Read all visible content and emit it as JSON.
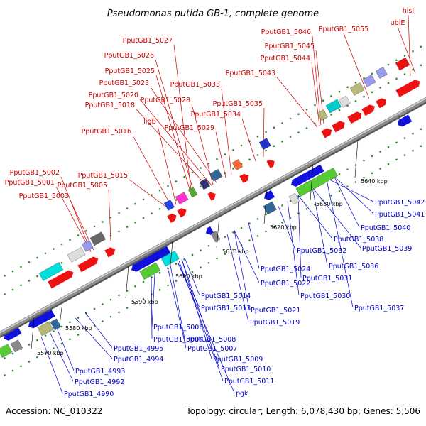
{
  "title": "Pseudomonas putida GB-1, complete genome",
  "footer": {
    "accession": "Accession: NC_010322",
    "summary": "Topology: circular; Length: 6,078,430 bp; Genes: 5,506"
  },
  "colors": {
    "top_labels": "#cc0000",
    "bottom_labels": "#0000cc",
    "axis": "#8c8c8c",
    "dots": "#2e8b2e",
    "forward_gene": "#ee1111",
    "reverse_gene": "#1111dd"
  },
  "kbp_ticks": [
    "5570 kbp",
    "5580 kbp",
    "5590 kbp",
    "5600 kbp",
    "5610 kbp",
    "5620 kbp",
    "5630 kbp",
    "5640 kbp"
  ],
  "top_labels": [
    "hisI",
    "ubiE",
    "PputGB1_5055",
    "PputGB1_5046",
    "PputGB1_5045",
    "PputGB1_5044",
    "PputGB1_5043",
    "PputGB1_5027",
    "PputGB1_5026",
    "PputGB1_5025",
    "PputGB1_5023",
    "PputGB1_5033",
    "PputGB1_5020",
    "PputGB1_5028",
    "PputGB1_5018",
    "PputGB1_5035",
    "PputGB1_5034",
    "ligB",
    "PputGB1_5029",
    "PputGB1_5016",
    "PputGB1_5015",
    "PputGB1_5002",
    "PputGB1_5001",
    "PputGB1_5005",
    "PputGB1_5003"
  ],
  "bottom_labels": [
    "PputGB1_5042",
    "PputGB1_5041",
    "PputGB1_5040",
    "PputGB1_5039",
    "PputGB1_5038",
    "PputGB1_5032",
    "PputGB1_5036",
    "PputGB1_5024",
    "PputGB1_5031",
    "PputGB1_5022",
    "PputGB1_5030",
    "PputGB1_5037",
    "PputGB1_5014",
    "PputGB1_5021",
    "PputGB1_5013",
    "PputGB1_5019",
    "PputGB1_5006",
    "PputGB1_5004",
    "PputGB1_5008",
    "PputGB1_5007",
    "PputGB1_4995",
    "PputGB1_4994",
    "PputGB1_5009",
    "PputGB1_5010",
    "PputGB1_4993",
    "PputGB1_5011",
    "PputGB1_4992",
    "pgk",
    "PputGB1_4990"
  ]
}
